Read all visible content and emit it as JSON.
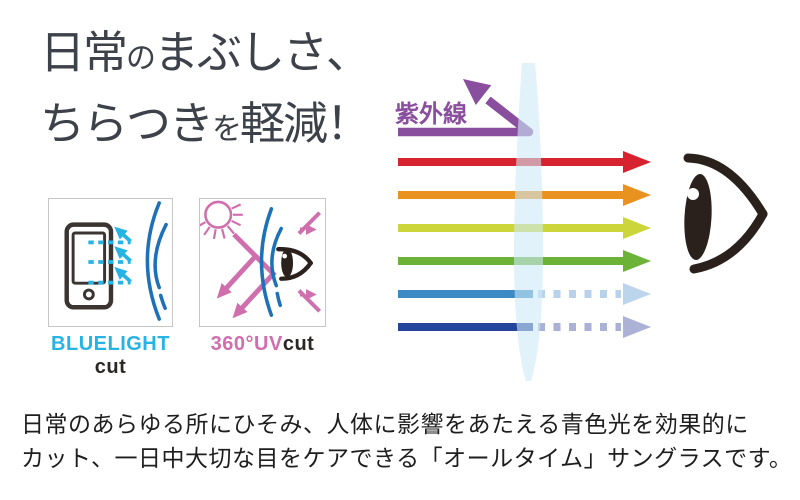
{
  "headline": {
    "line1_a": "日常",
    "line1_b": "の",
    "line1_c": "まぶしさ、",
    "line2_a": "ちらつき",
    "line2_b": "を",
    "line2_c": "軽減！"
  },
  "badges": {
    "bluelight": {
      "title": "BLUELIGHT",
      "subtitle": "cut"
    },
    "uv": {
      "title_colored": "360°UV",
      "title_black": "cut"
    }
  },
  "diagram": {
    "uv_ray_label": "紫外線",
    "rays": [
      {
        "name": "ultraviolet",
        "color": "#8a4e9e",
        "result": "reflected-by-lens"
      },
      {
        "name": "red",
        "color": "#d6232f",
        "result": "passes-through"
      },
      {
        "name": "orange",
        "color": "#e9921f",
        "result": "passes-through"
      },
      {
        "name": "yellow-green",
        "color": "#ccd63a",
        "result": "passes-through"
      },
      {
        "name": "green",
        "color": "#6cb237",
        "result": "passes-through"
      },
      {
        "name": "light-blue",
        "color": "#3c8bc4",
        "result": "attenuated"
      },
      {
        "name": "navy-blue",
        "color": "#25459c",
        "result": "attenuated"
      }
    ]
  },
  "description": {
    "line1": "日常のあらゆる所にひそみ、人体に影響をあたえる青色光を効果的に",
    "line2": "カット、一日中大切な目をケアできる「オールタイム」サングラスです。"
  },
  "colors": {
    "headline_text": "#3d4149",
    "body_text": "#1e1e1e",
    "cyan": "#27b4e4",
    "pink": "#cf6fad",
    "purple": "#8a4e9e",
    "lens_fill": "#cdeaf6",
    "arc_blue": "#1d71b8",
    "eye_black": "#2b211c",
    "faded_light_blue": "#b7d2ea",
    "faded_navy": "#a9b1d5",
    "box_border": "#c6c6c6"
  }
}
